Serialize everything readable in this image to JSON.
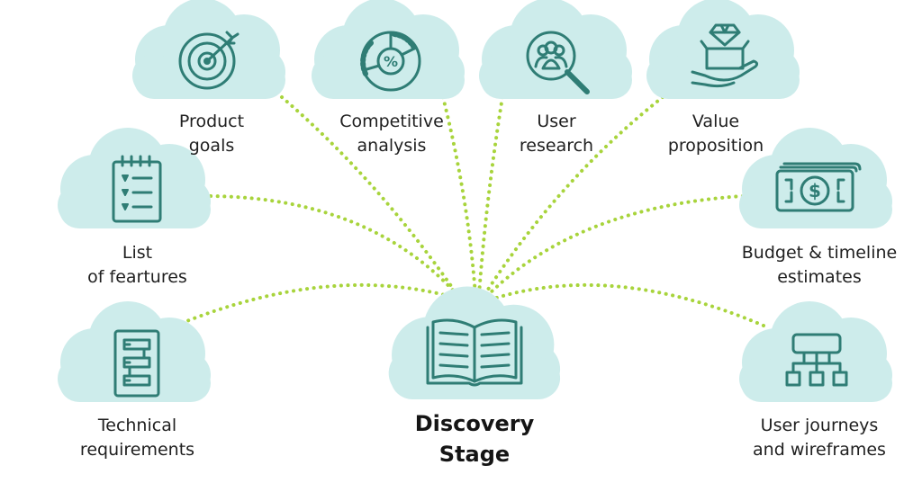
{
  "center": {
    "line1": "Discovery",
    "line2": "Stage",
    "icon": "open-book-icon"
  },
  "nodes": [
    {
      "id": "product-goals",
      "line1": "Product",
      "line2": "goals",
      "icon": "target-icon"
    },
    {
      "id": "competitive-analysis",
      "line1": "Competitive",
      "line2": "analysis",
      "icon": "pie-chart-percent-icon"
    },
    {
      "id": "user-research",
      "line1": "User",
      "line2": "research",
      "icon": "magnifier-users-icon"
    },
    {
      "id": "value-proposition",
      "line1": "Value",
      "line2": "proposition",
      "icon": "diamond-hand-icon"
    },
    {
      "id": "list-of-features",
      "line1": "List",
      "line2": "of feartures",
      "icon": "checklist-notepad-icon"
    },
    {
      "id": "budget-timeline",
      "line1": "Budget & timeline",
      "line2": "estimates",
      "icon": "banknote-dollar-icon"
    },
    {
      "id": "technical-requirements",
      "line1": "Technical",
      "line2": "requirements",
      "icon": "flowchart-document-icon"
    },
    {
      "id": "user-journeys",
      "line1": "User journeys",
      "line2": "and wireframes",
      "icon": "sitemap-icon"
    }
  ],
  "colors": {
    "cloud": "#cdeceb",
    "icon": "#2f7d75",
    "connector": "#a8d43c"
  }
}
